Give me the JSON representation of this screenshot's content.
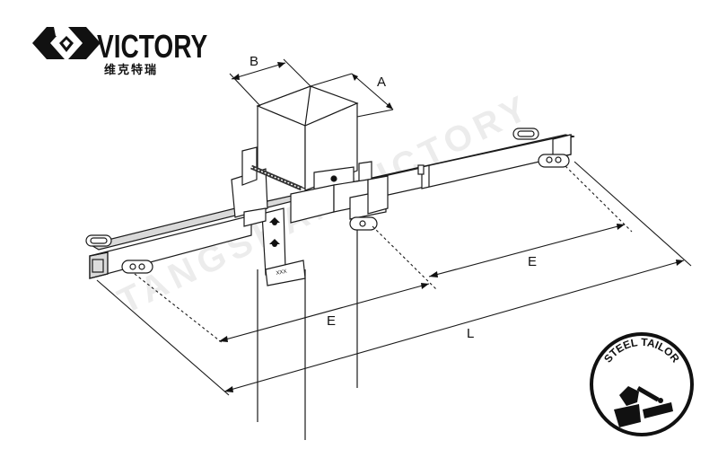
{
  "logo": {
    "name": "VICTORY",
    "name_cn": "维克特瑞"
  },
  "watermark": "TANGSHAN VICTORY",
  "dimensions": {
    "a": "A",
    "b": "B",
    "e_left": "E",
    "e_right": "E",
    "l": "L"
  },
  "bracket_mark": "XXX",
  "badge": {
    "text": "STEEL TAILOR"
  },
  "colors": {
    "line": "#1a1a1a",
    "fill": "#ffffff",
    "shade": "#d9d9d9",
    "dark": "#333333"
  }
}
